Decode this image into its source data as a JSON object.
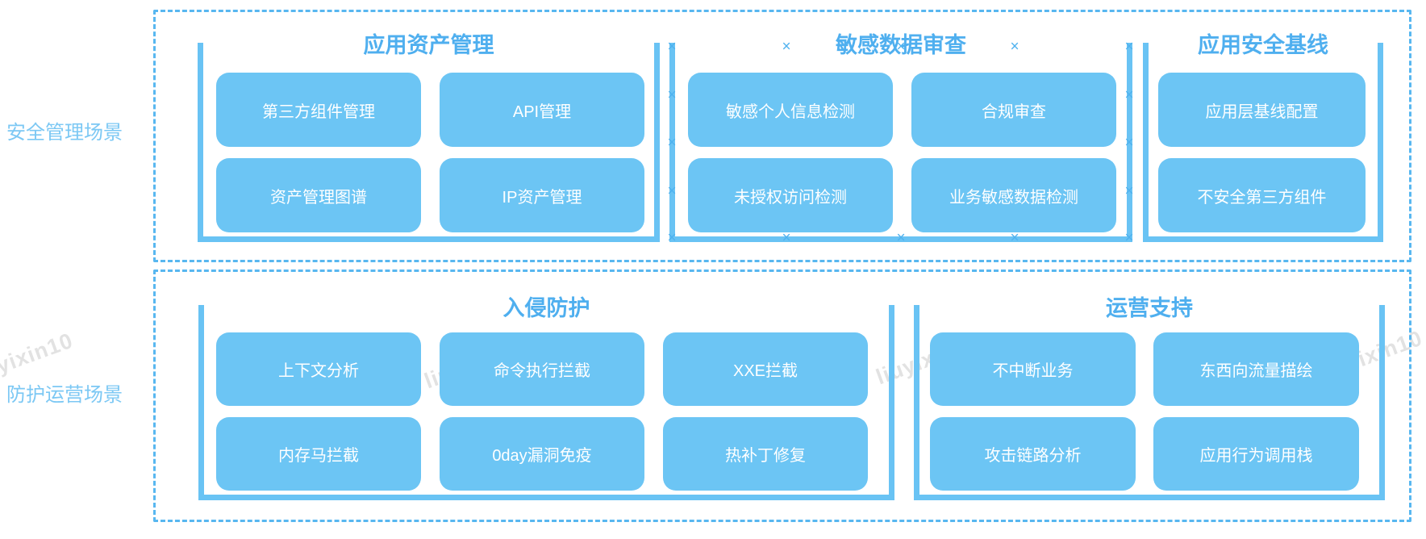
{
  "watermark": {
    "text": "liuyixin10"
  },
  "decor": {
    "anchor_glyph": "×"
  },
  "colors": {
    "shape_blue": "#6cc5f4",
    "bracket_blue": "#69c3f4",
    "title_blue": "#4fafef",
    "label_blue": "#7cc8f4",
    "dashed_border_blue": "#58b7f0",
    "button_text": "#ffffff"
  },
  "sections": [
    {
      "label": "安全管理场景",
      "groups": [
        {
          "title": "应用资产管理",
          "items": [
            "第三方组件管理",
            "API管理",
            "资产管理图谱",
            "IP资产管理"
          ]
        },
        {
          "title": "敏感数据审查",
          "items": [
            "敏感个人信息检测",
            "合规审查",
            "未授权访问检测",
            "业务敏感数据检测"
          ]
        },
        {
          "title": "应用安全基线",
          "items": [
            "应用层基线配置",
            "不安全第三方组件"
          ]
        }
      ]
    },
    {
      "label": "防护运营场景",
      "groups": [
        {
          "title": "入侵防护",
          "items": [
            "上下文分析",
            "命令执行拦截",
            "XXE拦截",
            "内存马拦截",
            "0day漏洞免疫",
            "热补丁修复"
          ]
        },
        {
          "title": "运营支持",
          "items": [
            "不中断业务",
            "东西向流量描绘",
            "攻击链路分析",
            "应用行为调用栈"
          ]
        }
      ]
    }
  ]
}
